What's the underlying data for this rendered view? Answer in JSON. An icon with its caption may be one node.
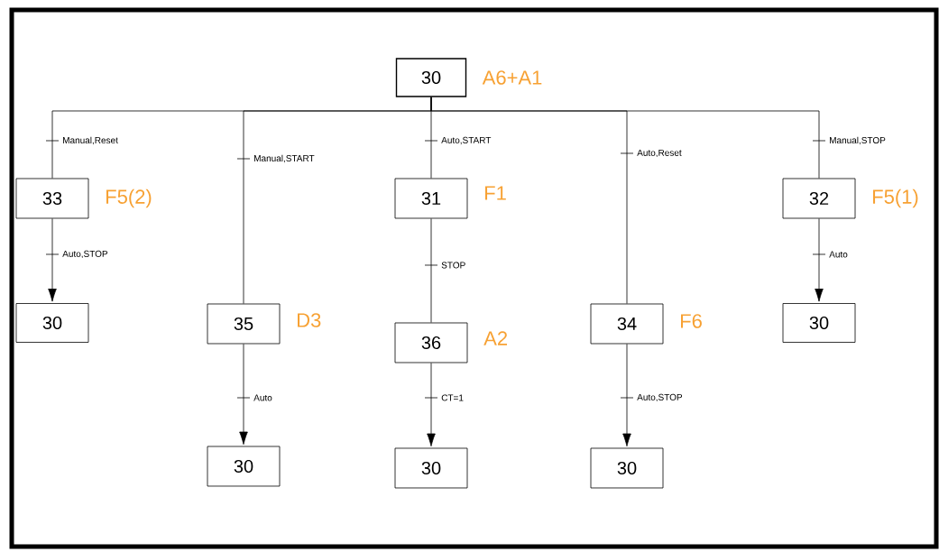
{
  "diagram": {
    "nodes": [
      {
        "text": [
          "30"
        ],
        "beside": [
          "A6+A1"
        ]
      },
      {
        "text": [
          "33"
        ],
        "beside": [
          "F5(2)"
        ]
      },
      {
        "text": [
          "31"
        ],
        "beside": [
          "F1"
        ]
      },
      {
        "text": [
          "32"
        ],
        "beside": [
          "F5(1)"
        ]
      },
      {
        "text": [
          "30"
        ]
      },
      {
        "text": [
          "35"
        ],
        "beside": [
          "D3"
        ]
      },
      {
        "text": [
          "36"
        ],
        "beside": [
          "A2"
        ]
      },
      {
        "text": [
          "34"
        ],
        "beside": [
          "F6"
        ]
      },
      {
        "text": [
          "30"
        ]
      },
      {
        "text": [
          "30"
        ]
      },
      {
        "text": [
          "30"
        ]
      },
      {
        "text": [
          "30"
        ]
      }
    ],
    "edges": [
      {
        "from": 0,
        "to": 1,
        "arrow": "none",
        "label": "Manual,Reset"
      },
      {
        "from": 0,
        "to": 5,
        "arrow": "none",
        "label": "Manual,START"
      },
      {
        "from": 0,
        "to": 2,
        "arrow": "none",
        "label": "Auto,START"
      },
      {
        "from": 0,
        "to": 7,
        "arrow": "none",
        "label": "Auto,Reset"
      },
      {
        "from": 0,
        "to": 3,
        "arrow": "none",
        "label": "Manual,STOP"
      },
      {
        "from": 1,
        "to": 4,
        "arrow": "to",
        "label": "Auto,STOP"
      },
      {
        "from": 2,
        "to": 6,
        "arrow": "none",
        "label": "STOP"
      },
      {
        "from": 3,
        "to": 8,
        "arrow": "to",
        "label": "Auto"
      },
      {
        "from": 5,
        "to": 9,
        "arrow": "to",
        "label": "Auto"
      },
      {
        "from": 6,
        "to": 10,
        "arrow": "to",
        "label": "CT=1"
      },
      {
        "from": 7,
        "to": 11,
        "arrow": "to",
        "label": "Auto,STOP"
      }
    ]
  }
}
